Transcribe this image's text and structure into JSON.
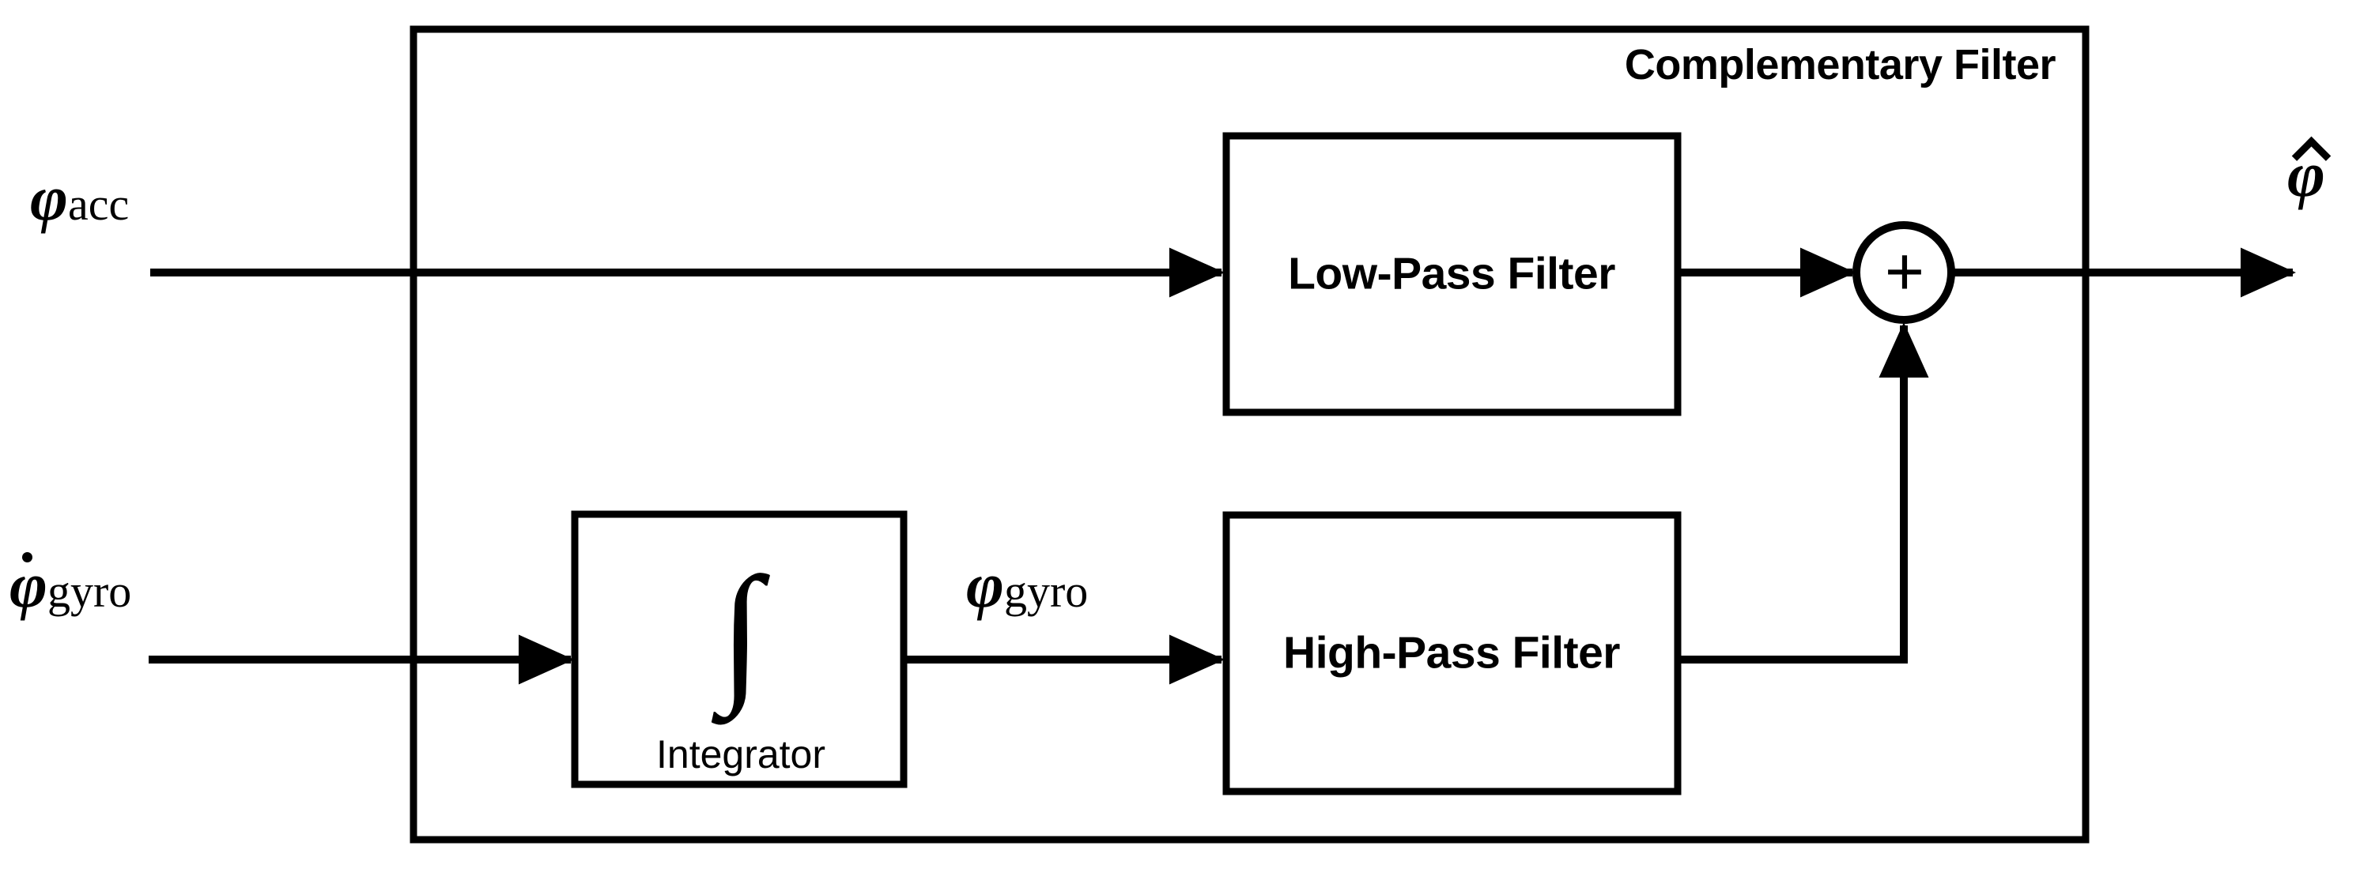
{
  "diagram": {
    "title": "Complementary Filter",
    "type": "block-diagram",
    "stroke_color": "#000000",
    "background_color": "#ffffff",
    "inputs": [
      {
        "id": "phi-acc",
        "symbol": "φ",
        "subscript": "acc",
        "accent": "none",
        "label_text": "φacc"
      },
      {
        "id": "phi-gyro-dot",
        "symbol": "φ",
        "subscript": "gyro",
        "accent": "dot",
        "label_text": "φ̇gyro"
      }
    ],
    "intermediate": [
      {
        "id": "phi-gyro",
        "symbol": "φ",
        "subscript": "gyro",
        "accent": "none",
        "label_text": "φgyro"
      }
    ],
    "outputs": [
      {
        "id": "phi-hat",
        "symbol": "φ",
        "subscript": "",
        "accent": "hat",
        "label_text": "φ̂"
      }
    ],
    "blocks": [
      {
        "id": "low-pass-filter",
        "label": "Low-Pass Filter"
      },
      {
        "id": "high-pass-filter",
        "label": "High-Pass Filter"
      },
      {
        "id": "integrator",
        "label": "Integrator",
        "glyph": "∫"
      }
    ],
    "summing_junction": {
      "id": "sum-node",
      "operator": "+"
    }
  }
}
